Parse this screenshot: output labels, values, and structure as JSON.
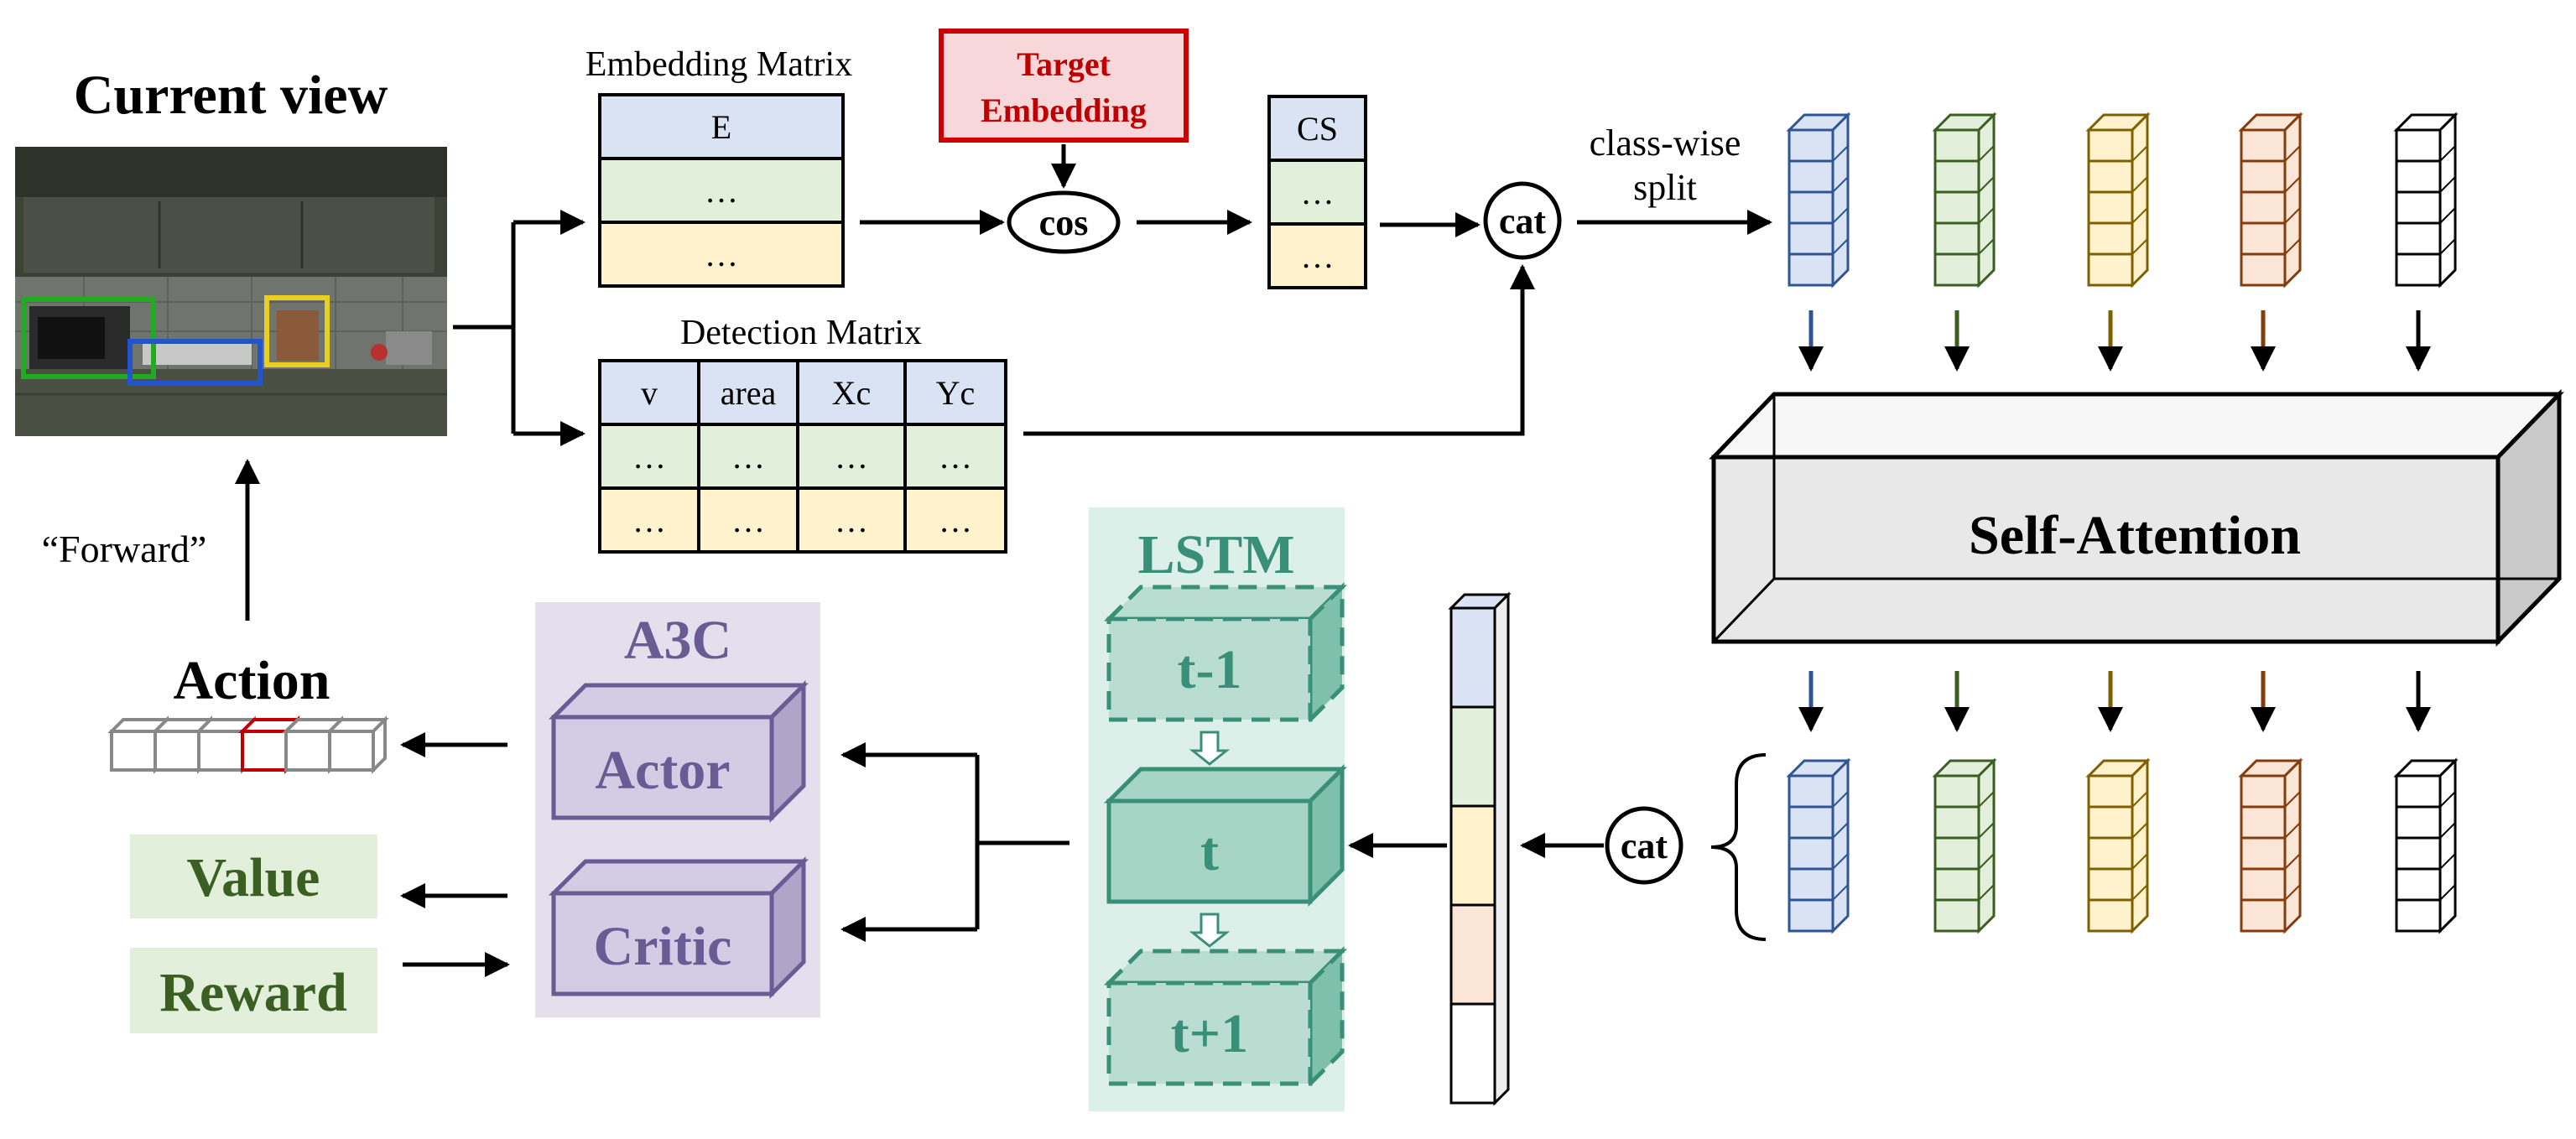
{
  "current_view": {
    "title": "Current view",
    "scene": "kitchen",
    "box_colors": [
      "#22aa22",
      "#2255cc",
      "#e8d020"
    ]
  },
  "embedding_matrix": {
    "title": "Embedding Matrix",
    "rows": [
      "E",
      "…",
      "…"
    ],
    "row_colors": [
      "#dae3f3",
      "#e2efda",
      "#fff2cc"
    ]
  },
  "target_embedding": {
    "line1": "Target",
    "line2": "Embedding",
    "text_color": "#c00000",
    "fill": "#f8d7da"
  },
  "cos_label": "cos",
  "cs_matrix": {
    "rows": [
      "CS",
      "…",
      "…"
    ]
  },
  "detection_matrix": {
    "title": "Detection Matrix",
    "headers": [
      "v",
      "area",
      "Xc",
      "Yc"
    ],
    "rows": [
      [
        "…",
        "…",
        "…",
        "…"
      ],
      [
        "…",
        "…",
        "…",
        "…"
      ]
    ]
  },
  "cat_label": "cat",
  "split_label": {
    "line1": "class-wise",
    "line2": "split"
  },
  "self_attention": {
    "label": "Self-Attention"
  },
  "class_colors": [
    {
      "fill": "#dae3f3",
      "stroke": "#2f5597"
    },
    {
      "fill": "#e2efda",
      "stroke": "#3b5e23"
    },
    {
      "fill": "#fff2cc",
      "stroke": "#7f6000"
    },
    {
      "fill": "#fbe5d6",
      "stroke": "#843c0c"
    },
    {
      "fill": "#ffffff",
      "stroke": "#000000"
    }
  ],
  "forward_label": "“Forward”",
  "action": {
    "label": "Action",
    "highlight_color": "#c00000",
    "cell_color": "#888888"
  },
  "a3c": {
    "title": "A3C",
    "actor": "Actor",
    "critic": "Critic",
    "color": "#6b5b95",
    "bg": "#e4dfec"
  },
  "lstm": {
    "title": "LSTM",
    "cells": [
      "t-1",
      "t",
      "t+1"
    ],
    "color": "#3a8f78",
    "bg": "#dcefe8"
  },
  "value_label": "Value",
  "reward_label": "Reward",
  "output_color": "#3b5e23",
  "output_bg": "#e2efda"
}
